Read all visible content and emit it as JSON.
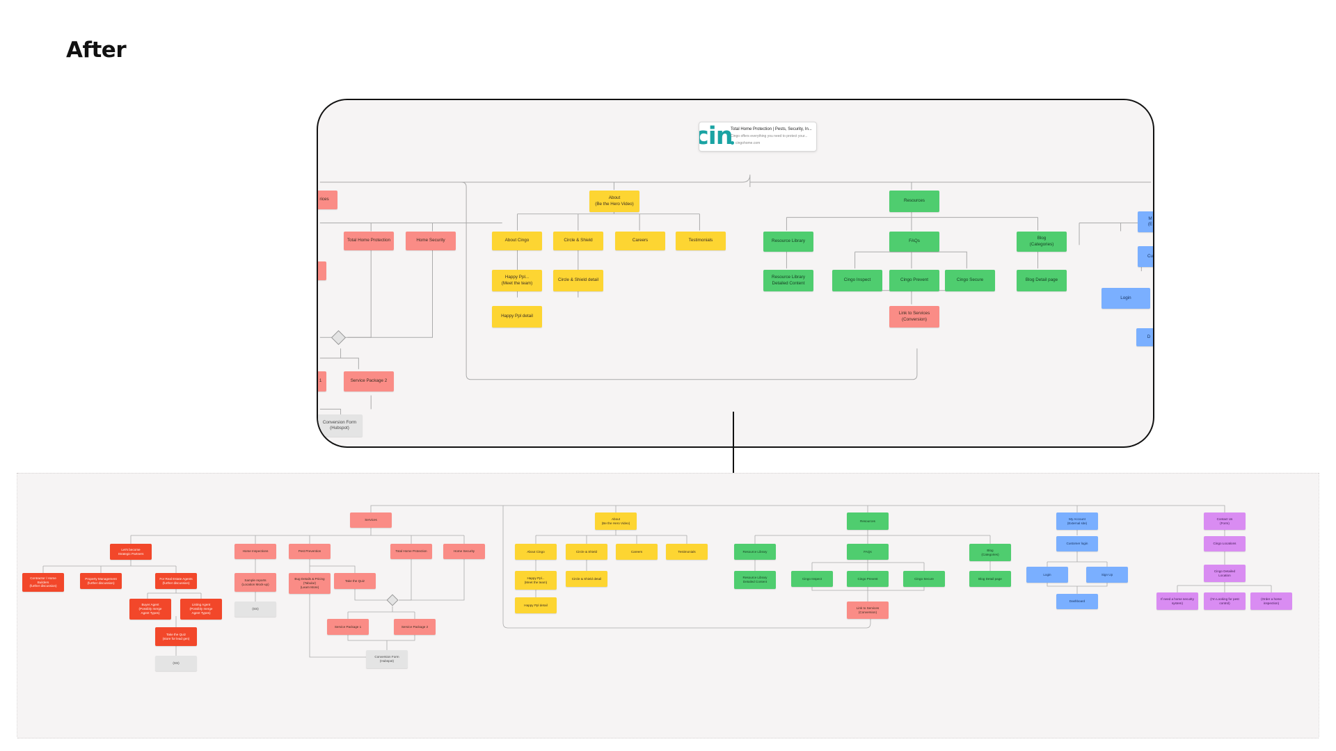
{
  "page": {
    "title": "After"
  },
  "link_preview": {
    "logo_text": "cin",
    "title": "Total Home Protection | Pests, Security, In...",
    "description": "Cingo offers everything you need to protect your...",
    "url": "cingohome.com"
  },
  "diagram": {
    "nodes": {
      "services": "Services",
      "lets_become": "Let's become\nStrategic Partners",
      "contractor": "Contractor / Home\nBuilders\n(further discussion)",
      "property_mgmt": "Property Management\n(further discussion)",
      "re_agents": "For Real Estate Agents\n(further discussion)",
      "buyer_agent": "Buyer Agent\n(Possibly merge\nAgent Types)",
      "listing_agent": "Listing Agent\n(Possibly merge\nAgent Types)",
      "take_quiz_agent": "Take the Quiz\n(store for lead gen)",
      "ss_agent": "(SS)",
      "home_inspections": "Home Inspections",
      "sample_reports": "Sample reports\n(Location Mock-up)",
      "ss_inspect": "(SS)",
      "pest_prevention": "Pest Prevention",
      "bug_details": "Bug Details & Pricing\n(Tabular)\n(Learn More)",
      "take_quiz": "Take the Quiz",
      "total_home": "Total Home Protection",
      "home_security": "Home Security",
      "service_pkg_1": "Service Package 1",
      "service_pkg_2": "Service Package 2",
      "conversion_form": "Conversion Form\n(Hubspot)",
      "about": "About\n(Be the Hero Video)",
      "about_cingo": "About Cingo",
      "circle_shield": "Circle & Shield",
      "careers": "Careers",
      "testimonials": "Testimonials",
      "happy_ppl": "Happy Ppl...\n(Meet the team)",
      "circle_shield_detail": "Circle & Shield detail",
      "happy_ppl_detail": "Happy Ppl detail",
      "resources": "Resources",
      "resource_library": "Resource Library",
      "faqs": "FAQs",
      "blog": "Blog\n(Categories)",
      "resource_detail": "Resource Library\nDetailed Content",
      "cingo_inspect": "Cingo Inspect",
      "cingo_prevent": "Cingo Prevent",
      "cingo_secure": "Cingo Secure",
      "blog_detail": "Blog Detail page",
      "link_services": "Link to Services\n(Conversion)",
      "my_account": "My Account\n(External site)",
      "customer_login": "Customer login",
      "login": "Login",
      "sign_up": "Sign Up",
      "dashboard": "Dashboard",
      "contact_us": "Contact Us\n(Form)",
      "cingo_locations": "Cingo Locations",
      "cingo_detailed_location": "Cingo Detailed\nLocation",
      "need_security": "If need a home security\nsystem)",
      "looking_pest": "(I'm Looking for pest\ncontrol)",
      "order_inspection": "(Order a home\ninspection)"
    },
    "zoom_partial": {
      "cut_left_top": "rices",
      "cut_left_pkg": "e 1",
      "cut_right_1": "M\n(E",
      "cut_right_2": "Cu",
      "cut_right_3": "D"
    }
  },
  "colors": {
    "services": "#fa8c86",
    "partners": "#f2472a",
    "about": "#fdd532",
    "resources": "#4fcd6f",
    "account": "#7aafff",
    "contact": "#d98cf2",
    "neutral": "#e4e4e4"
  }
}
